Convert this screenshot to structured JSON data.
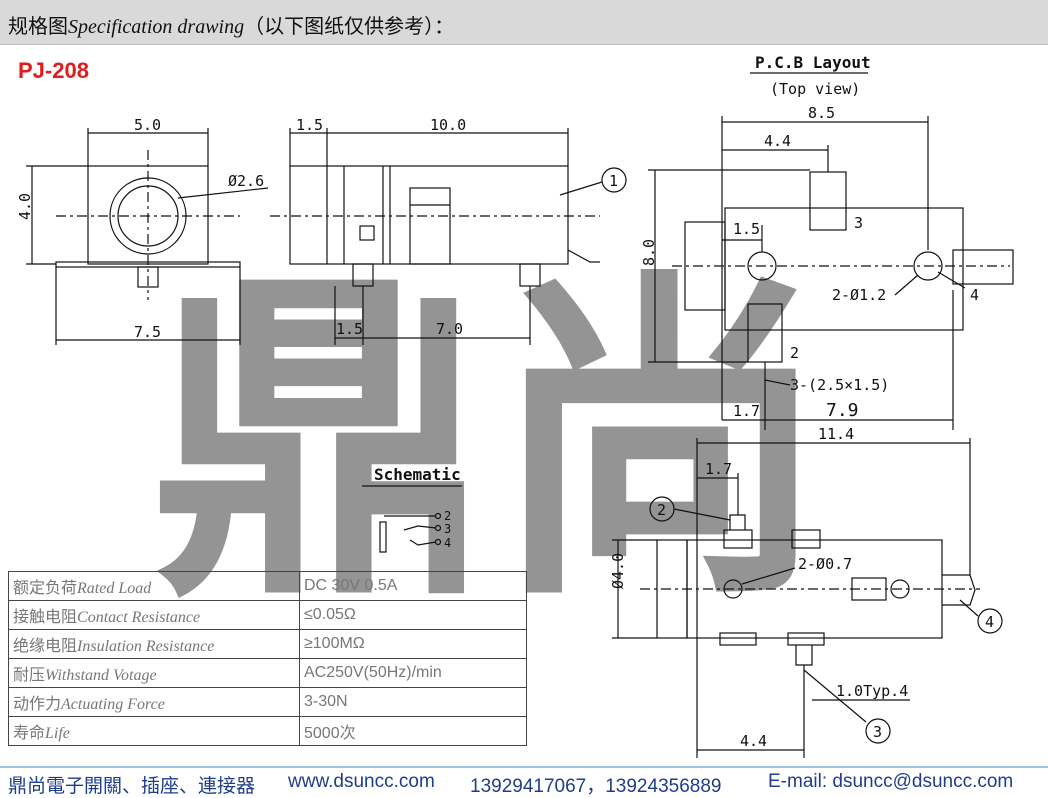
{
  "header": {
    "title_cn": "规格图",
    "title_en": "Specification drawing",
    "title_note": "（以下图纸仅供参考）："
  },
  "model": "PJ-208",
  "watermark": "鼎尚",
  "front_view": {
    "dim_width": "5.0",
    "dim_height": "4.0",
    "dim_hole": "Ø2.6",
    "dim_base": "7.5"
  },
  "side_view": {
    "dim_a": "1.5",
    "dim_b": "10.0",
    "dim_c": "1.5",
    "dim_d": "7.0",
    "callout_1": "1"
  },
  "pcb_layout": {
    "title": "P.C.B Layout",
    "subtitle": "(Top view)",
    "dim_85": "8.5",
    "dim_44": "4.4",
    "dim_15": "1.5",
    "dim_80": "8.0",
    "dim_17": "1.7",
    "dim_79": "7.9",
    "hole_note": "2-Ø1.2",
    "pad_note": "3-(2.5×1.5)",
    "pad_2": "2",
    "pad_3": "3",
    "pad_4": "4"
  },
  "bottom_view": {
    "dim_114": "11.4",
    "dim_17": "1.7",
    "dim_dia": "Ø4.0",
    "hole_note": "2-Ø0.7",
    "pin_note": "1.0Typ.4",
    "dim_44": "4.4",
    "callout_2": "2",
    "callout_3": "3",
    "callout_4": "4"
  },
  "schematic": {
    "title": "Schematic",
    "pins": [
      "2",
      "3",
      "4"
    ]
  },
  "specs": [
    {
      "cn": "额定负荷",
      "en": "Rated Load",
      "value": "DC 30V 0.5A"
    },
    {
      "cn": "接触电阻",
      "en": "Contact Resistance",
      "value": "≤0.05Ω"
    },
    {
      "cn": "绝缘电阻",
      "en": "Insulation Resistance",
      "value": "≥100MΩ"
    },
    {
      "cn": "耐压",
      "en": "Withstand Votage",
      "value": "AC250V(50Hz)/min"
    },
    {
      "cn": "动作力",
      "en": "Actuating Force",
      "value": "3-30N"
    },
    {
      "cn": "寿命",
      "en": "Life",
      "value": "5000次"
    }
  ],
  "footer": {
    "company": "鼎尚電子開關、插座、連接器",
    "website": "www.dsuncc.com",
    "phones": "13929417067，13924356889",
    "email": "E-mail: dsuncc@dsuncc.com"
  }
}
